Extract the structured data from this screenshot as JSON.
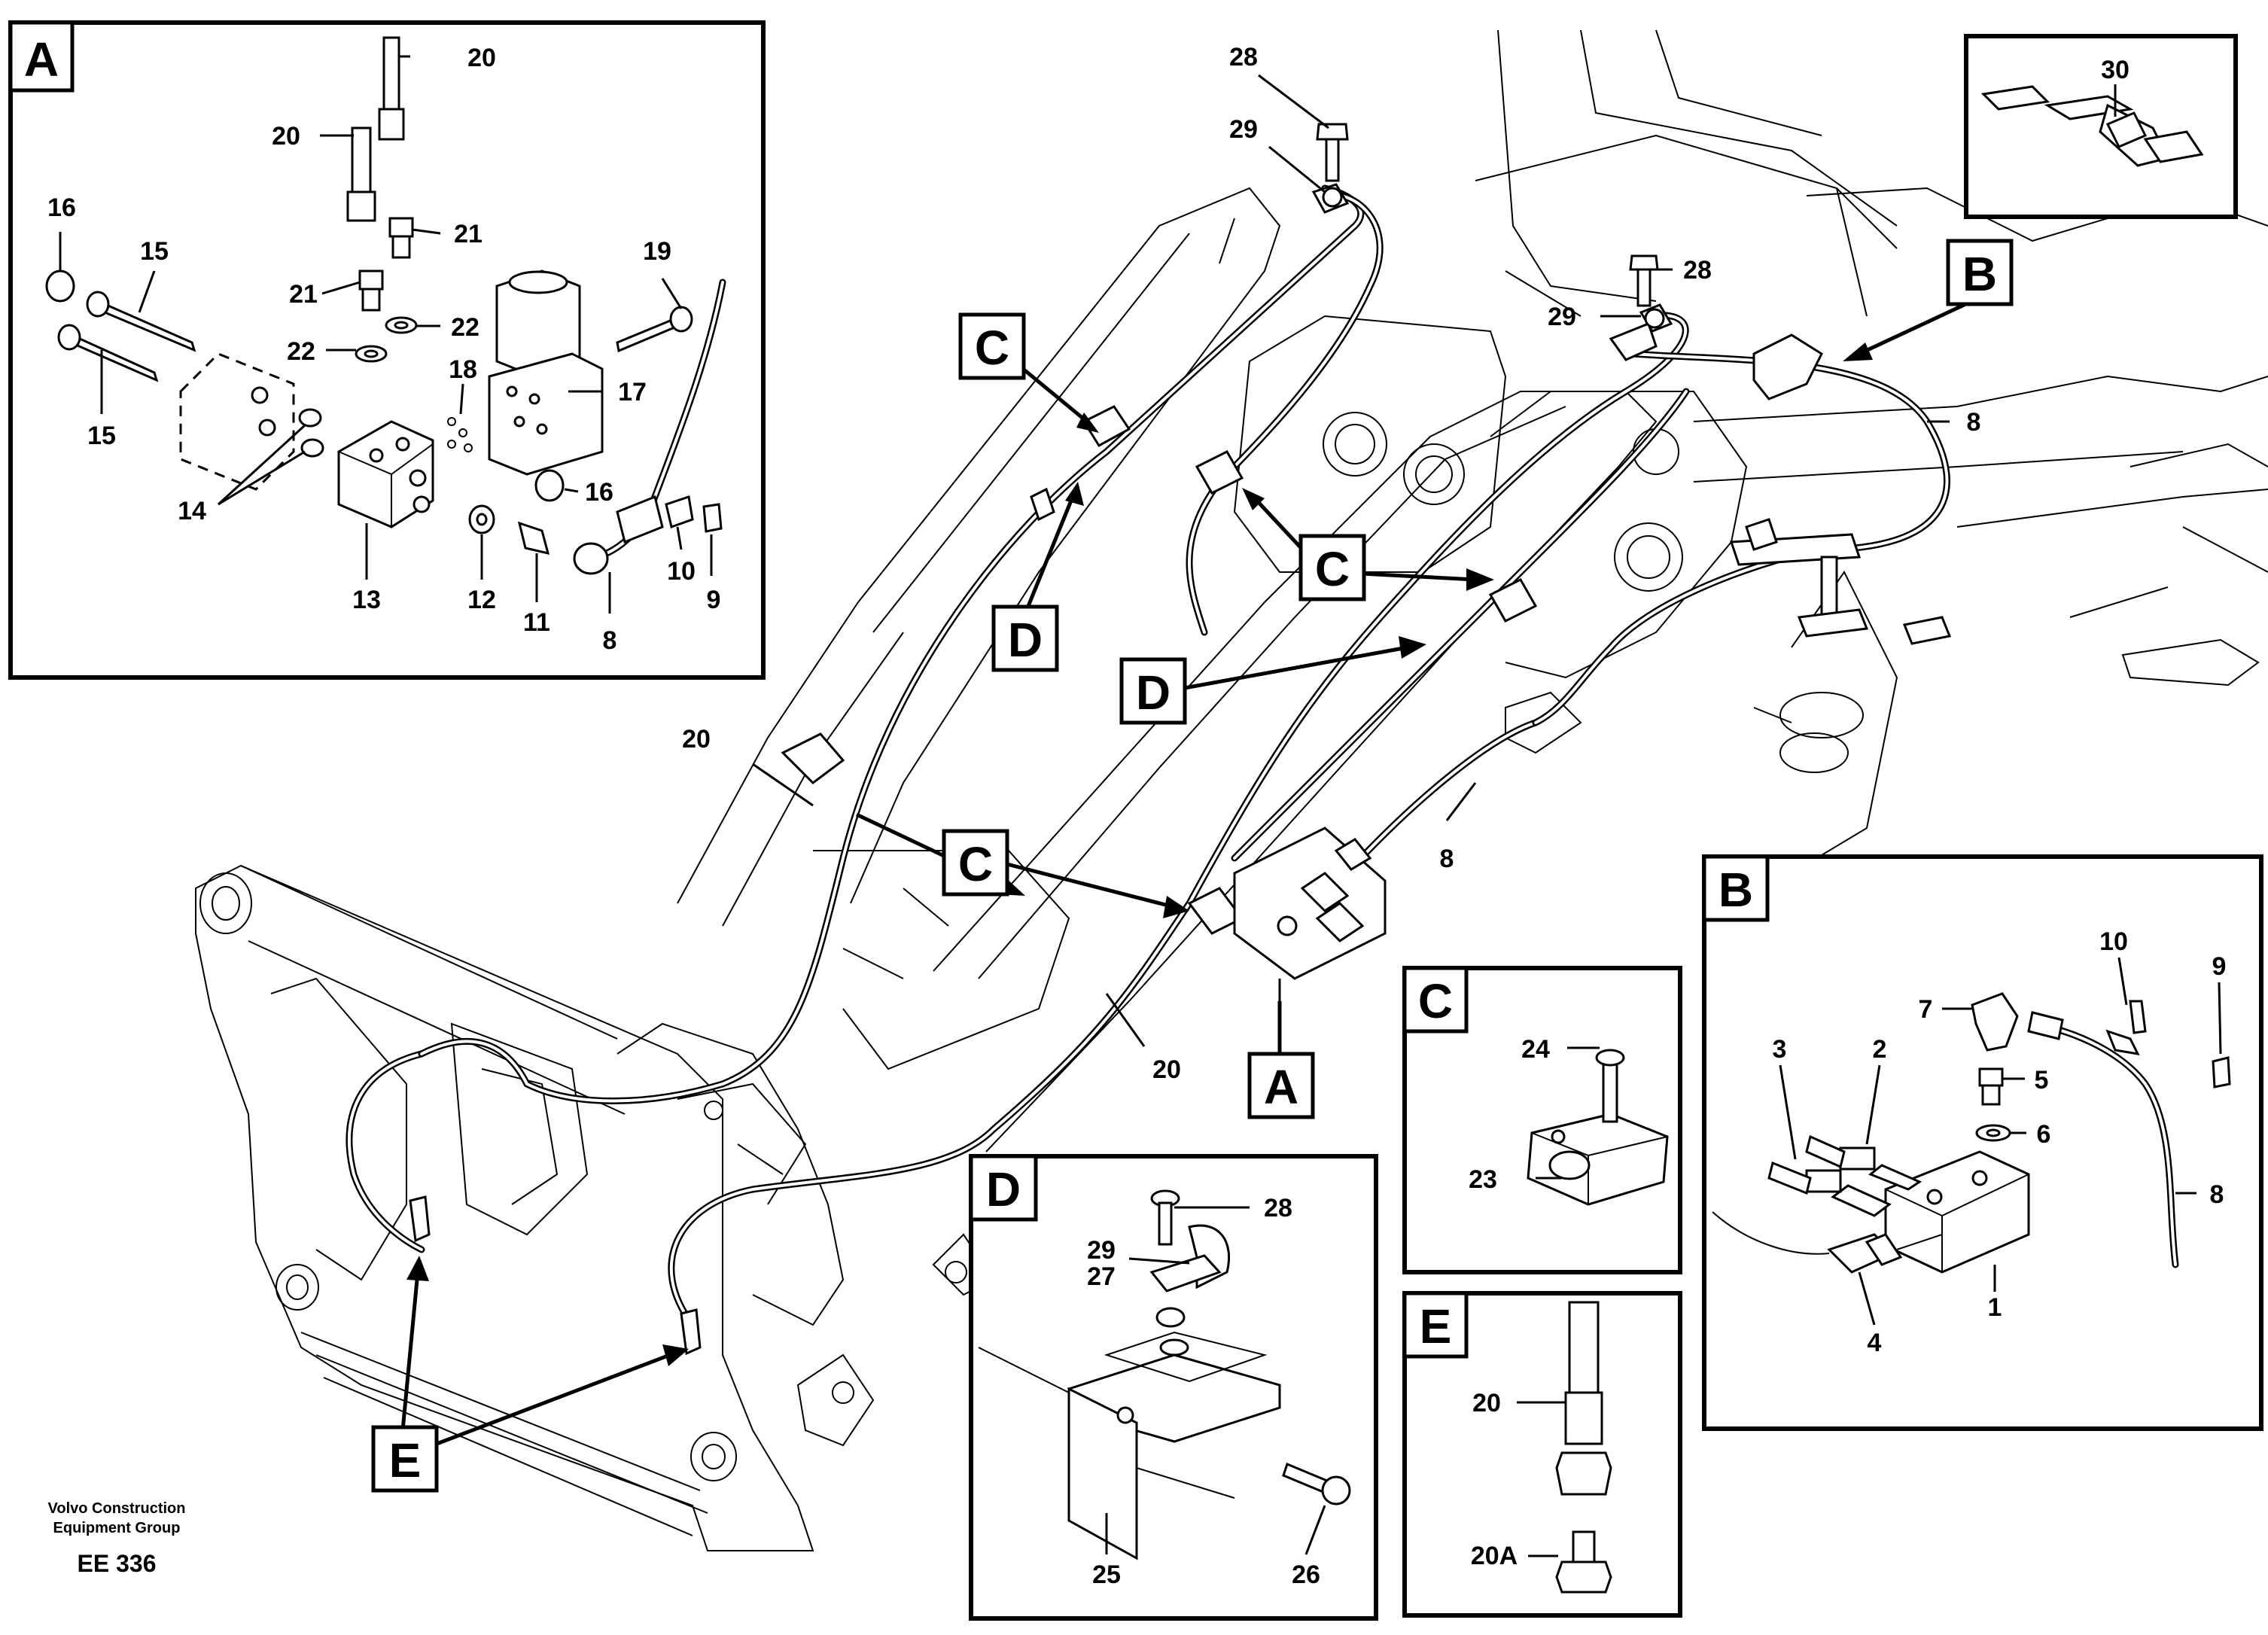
{
  "panels": {
    "A": {
      "title": "A",
      "labels": [
        "20",
        "20",
        "21",
        "21",
        "22",
        "22",
        "19",
        "16",
        "15",
        "15",
        "18",
        "17",
        "14",
        "16",
        "13",
        "12",
        "11",
        "10",
        "9",
        "8"
      ]
    },
    "B": {
      "title": "B",
      "labels": [
        "10",
        "9",
        "7",
        "3",
        "2",
        "5",
        "6",
        "8",
        "1",
        "4"
      ]
    },
    "C": {
      "title": "C",
      "labels": [
        "24",
        "23"
      ]
    },
    "D": {
      "title": "D",
      "labels": [
        "28",
        "29",
        "27",
        "25",
        "26"
      ]
    },
    "E": {
      "title": "E",
      "labels": [
        "20",
        "20A"
      ]
    },
    "inset": {
      "labels": [
        "30"
      ]
    }
  },
  "callouts": {
    "main": [
      "28",
      "29",
      "28",
      "29",
      "8",
      "20",
      "8",
      "20"
    ],
    "letters": [
      "C",
      "C",
      "C",
      "D",
      "D",
      "A",
      "B",
      "E"
    ]
  },
  "footer": {
    "company_line1": "Volvo Construction",
    "company_line2": "Equipment Group",
    "code": "EE 336"
  }
}
